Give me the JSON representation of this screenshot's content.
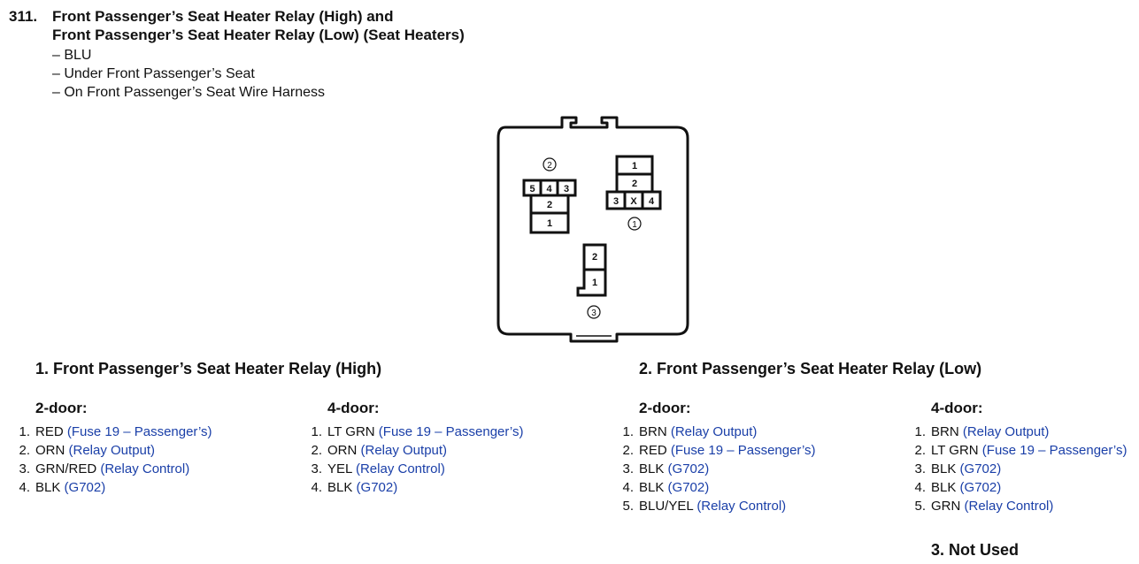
{
  "header": {
    "number": "311.",
    "title_line1": "Front Passenger’s Seat Heater Relay (High) and",
    "title_line2": "Front Passenger’s Seat Heater Relay (Low) (Seat Heaters)",
    "details": [
      "– BLU",
      "– Under Front Passenger’s Seat",
      "– On Front Passenger’s Seat Wire Harness"
    ]
  },
  "diagram": {
    "connector1": {
      "callout": "1",
      "pins": [
        "1",
        "2",
        "3",
        "X",
        "4"
      ]
    },
    "connector2": {
      "callout": "2",
      "pins": [
        "5",
        "4",
        "3",
        "2",
        "1"
      ]
    },
    "connector3": {
      "callout": "3",
      "pins": [
        "2",
        "1"
      ]
    }
  },
  "sections": {
    "high": {
      "title": "1. Front Passenger’s Seat Heater Relay (High)",
      "two_door": {
        "heading": "2-door:",
        "pins": [
          {
            "num": "1.",
            "wire": "RED",
            "desc": "(Fuse 19 – Passenger’s)"
          },
          {
            "num": "2.",
            "wire": "ORN",
            "desc": "(Relay Output)"
          },
          {
            "num": "3.",
            "wire": "GRN/RED",
            "desc": "(Relay Control)"
          },
          {
            "num": "4.",
            "wire": "BLK",
            "desc": "(G702)"
          }
        ]
      },
      "four_door": {
        "heading": "4-door:",
        "pins": [
          {
            "num": "1.",
            "wire": "LT GRN",
            "desc": "(Fuse 19 – Passenger’s)"
          },
          {
            "num": "2.",
            "wire": "ORN",
            "desc": "(Relay Output)"
          },
          {
            "num": "3.",
            "wire": "YEL",
            "desc": "(Relay Control)"
          },
          {
            "num": "4.",
            "wire": "BLK",
            "desc": "(G702)"
          }
        ]
      }
    },
    "low": {
      "title": "2. Front Passenger’s Seat Heater Relay (Low)",
      "two_door": {
        "heading": "2-door:",
        "pins": [
          {
            "num": "1.",
            "wire": "BRN",
            "desc": "(Relay Output)"
          },
          {
            "num": "2.",
            "wire": "RED",
            "desc": "(Fuse 19 – Passenger’s)"
          },
          {
            "num": "3.",
            "wire": "BLK",
            "desc": "(G702)"
          },
          {
            "num": "4.",
            "wire": "BLK",
            "desc": "(G702)"
          },
          {
            "num": "5.",
            "wire": "BLU/YEL",
            "desc": "(Relay Control)"
          }
        ]
      },
      "four_door": {
        "heading": "4-door:",
        "pins": [
          {
            "num": "1.",
            "wire": "BRN",
            "desc": "(Relay Output)"
          },
          {
            "num": "2.",
            "wire": "LT GRN",
            "desc": "(Fuse 19 – Passenger’s)"
          },
          {
            "num": "3.",
            "wire": "BLK",
            "desc": "(G702)"
          },
          {
            "num": "4.",
            "wire": "BLK",
            "desc": "(G702)"
          },
          {
            "num": "5.",
            "wire": "GRN",
            "desc": "(Relay Control)"
          }
        ]
      }
    },
    "not_used": "3. Not Used"
  },
  "colors": {
    "link": "#1a3fa8",
    "text": "#111111"
  }
}
